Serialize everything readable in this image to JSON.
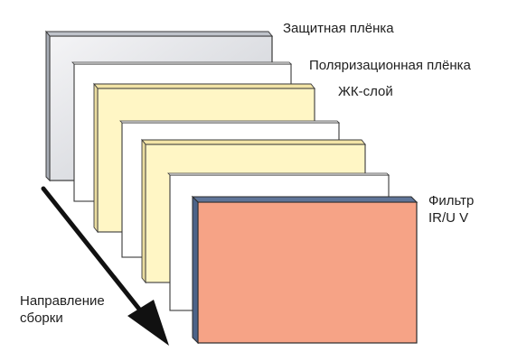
{
  "labels": {
    "protective_film": "Защитная плёнка",
    "polarizing_film": "Поляризационная плёнка",
    "lc_layer": "ЖК-слой",
    "filter": {
      "line1": "Фильтр",
      "line2": "IR/U V"
    },
    "assembly_direction": {
      "line1": "Направление",
      "line2": "сборки"
    }
  },
  "colors": {
    "protective_face": "#d5d7dd",
    "protective_edge": "#a8adb6",
    "white_layer": "#ffffff",
    "white_edge": "#d8d8d8",
    "lc_face": "#fff4b8",
    "lc_edge": "#efe0a3",
    "filter_face": "#f6a386",
    "filter_edge": "#5e7498",
    "outline": "#2b2b2b",
    "arrow": "#111111"
  }
}
